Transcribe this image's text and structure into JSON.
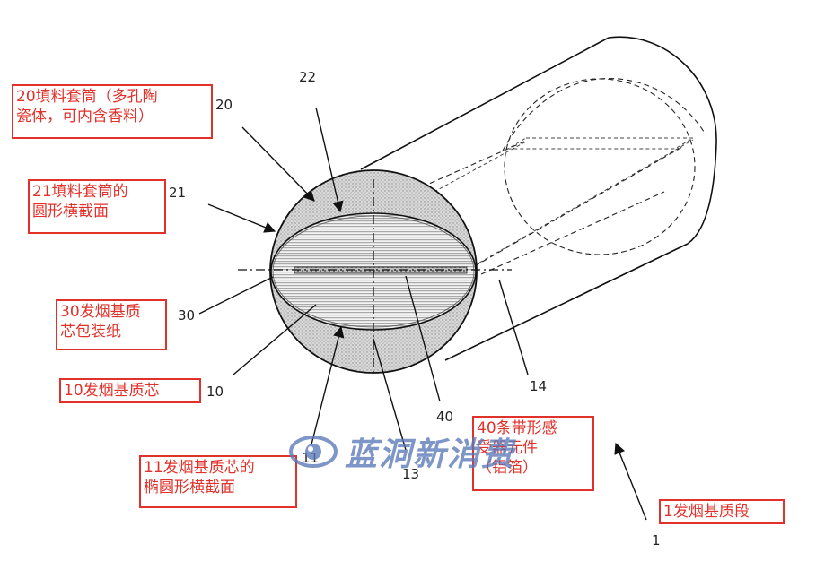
{
  "labels": {
    "label_20": "20填料套筒（多孔陶\n瓷体，可内含香料）",
    "label_21": "21填料套筒的\n圆形横截面",
    "label_30": "30发烟基质\n芯包装纸",
    "label_10": "10发烟基质芯",
    "label_11": "11发烟基质芯的\n椭圆形横截面",
    "label_40": "40条带形感\n受器元件\n（铝箔）",
    "label_1": "1发烟基质段"
  },
  "numbers": {
    "n22": "22",
    "n20": "20",
    "n21": "21",
    "n30": "30",
    "n10": "10",
    "n11": "11",
    "n13": "13",
    "n40": "40",
    "n14": "14",
    "n1": "1"
  },
  "watermark": {
    "icon": "globe-logo-icon",
    "text": "蓝洞新消费"
  },
  "colors": {
    "label_red": "#e0312a",
    "line": "#111111",
    "watermark_blue": "#5b78b8"
  }
}
